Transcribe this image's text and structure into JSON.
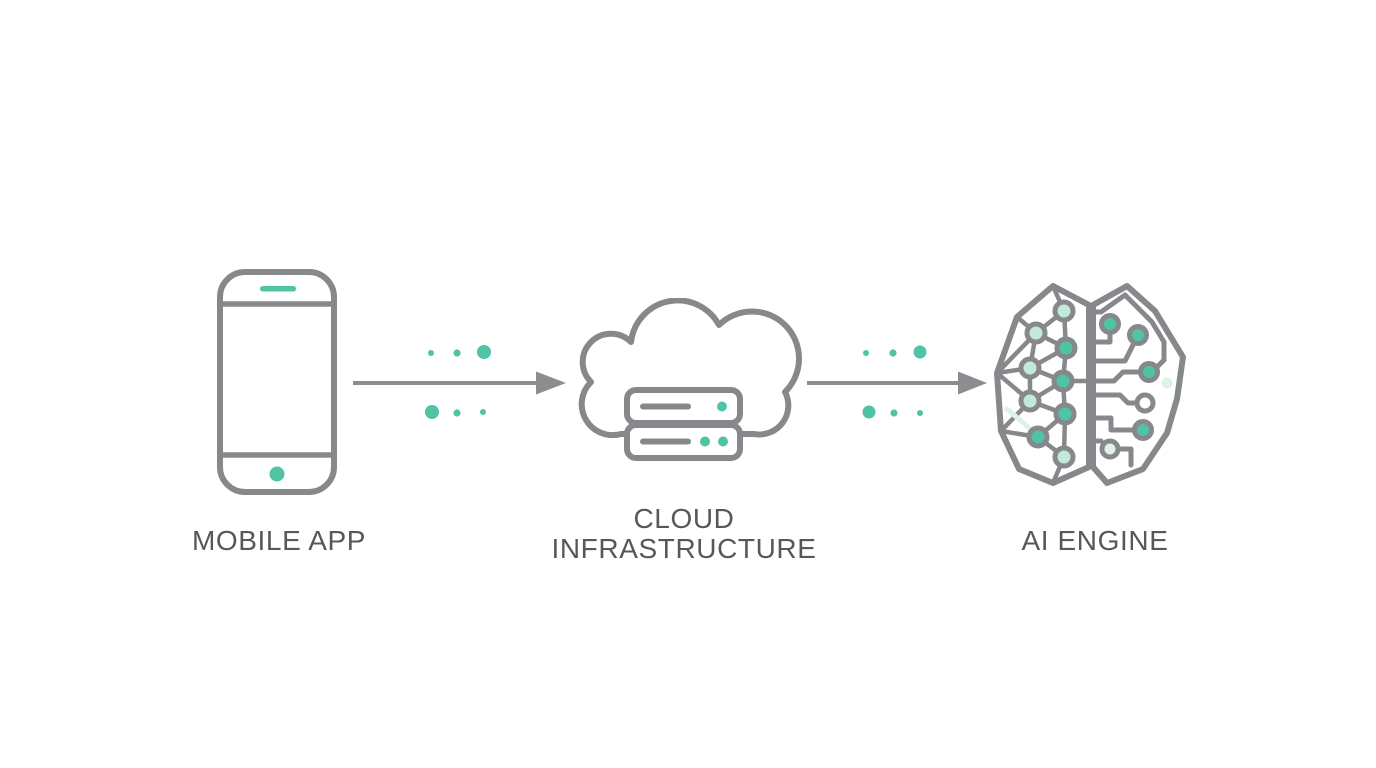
{
  "colors": {
    "stroke_gray": "#86888B",
    "arrow_gray": "#8B8D90",
    "text_gray": "#56585B",
    "teal": "#4FC4A4",
    "mint": "#C4E9DA",
    "pale_mint": "#DDF3E9",
    "background": "#FFFFFF"
  },
  "diagram": {
    "title": "",
    "nodes": [
      {
        "id": "mobile-app",
        "label": "MOBILE APP",
        "icon": "smartphone-icon"
      },
      {
        "id": "cloud-infrastructure",
        "label": "CLOUD INFRASTRUCTURE",
        "label_lines": [
          "CLOUD",
          "INFRASTRUCTURE"
        ],
        "icon": "cloud-server-icon"
      },
      {
        "id": "ai-engine",
        "label": "AI ENGINE",
        "icon": "brain-circuit-icon"
      }
    ],
    "connectors": [
      {
        "from": "MOBILE APP",
        "to": "CLOUD INFRASTRUCTURE",
        "type": "arrow-right",
        "dots_above": 3,
        "dots_below": 3
      },
      {
        "from": "CLOUD INFRASTRUCTURE",
        "to": "AI ENGINE",
        "type": "arrow-right",
        "dots_above": 3,
        "dots_below": 3
      }
    ]
  }
}
